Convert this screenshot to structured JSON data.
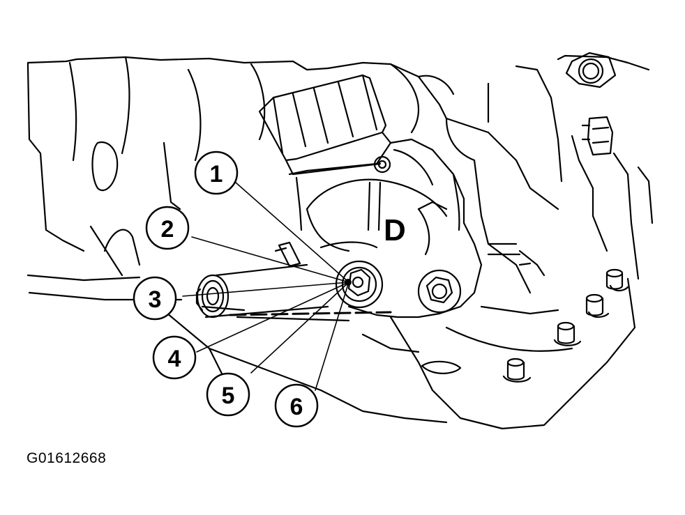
{
  "diagram": {
    "callouts": [
      "1",
      "2",
      "3",
      "4",
      "5",
      "6"
    ],
    "component_label": "D",
    "figure_id": "G01612668"
  },
  "colors": {
    "ink": "#000000",
    "paper": "#ffffff"
  }
}
